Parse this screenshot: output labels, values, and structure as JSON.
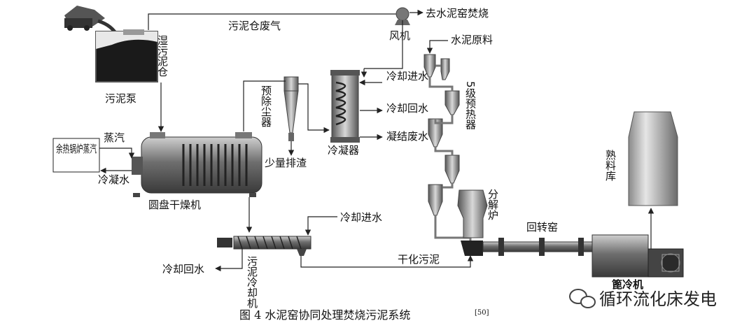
{
  "labels": {
    "wet_sludge_bin": "湿污泥仓",
    "sludge_pump": "污泥泵",
    "bin_exhaust": "污泥仓废气",
    "fan": "风机",
    "to_kiln": "去水泥窑焚烧",
    "cement_raw": "水泥原料",
    "cooling_in_top": "冷却进水",
    "cooling_return_top": "冷却回水",
    "condensate": "凝结废水",
    "condenser": "冷凝器",
    "cyclone": "预除尘器",
    "small_slag": "少量排渣",
    "preheater": "5级预热器",
    "waste_heat_steam": "余热锅炉蒸汽",
    "steam": "蒸汽",
    "condensed_water": "冷凝水",
    "disc_dryer": "圆盘干燥机",
    "calciner": "分解炉",
    "clinker_silo": "熟料库",
    "cooling_in_bottom": "冷却进水",
    "sludge_cooler": "污泥冷却机",
    "cooling_return_bottom": "冷却回水",
    "dried_sludge": "干化污泥",
    "rotary_kiln": "回转窑",
    "grate_cooler": "篦冷机"
  },
  "caption": {
    "text": "图 4    水泥窑协同处理焚烧污泥系统",
    "ref": "[50]"
  },
  "watermark": "循环流化床发电",
  "colors": {
    "equipment": "#5a5a5a",
    "equipment_dark": "#2a2a2a",
    "pipe": "#7a7a7a"
  }
}
